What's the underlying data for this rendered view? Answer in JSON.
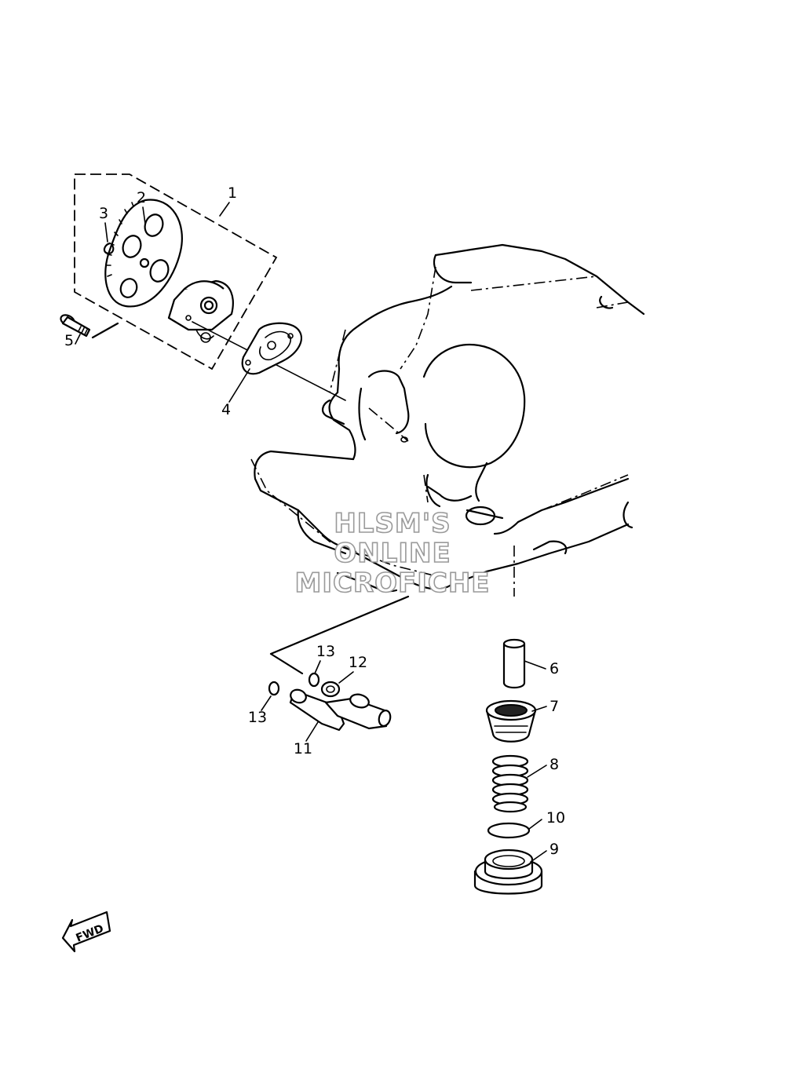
{
  "callouts": {
    "c1": "1",
    "c2": "2",
    "c3": "3",
    "c4": "4",
    "c5": "5",
    "c6": "6",
    "c7": "7",
    "c8": "8",
    "c9": "9",
    "c10": "10",
    "c11": "11",
    "c12": "12",
    "c13a": "13",
    "c13b": "13"
  },
  "watermark": {
    "line1": "HLSM'S",
    "line2": "ONLINE",
    "line3": "MICROFICHE",
    "color": "#9a9a9a"
  },
  "direction_badge": "FWD"
}
